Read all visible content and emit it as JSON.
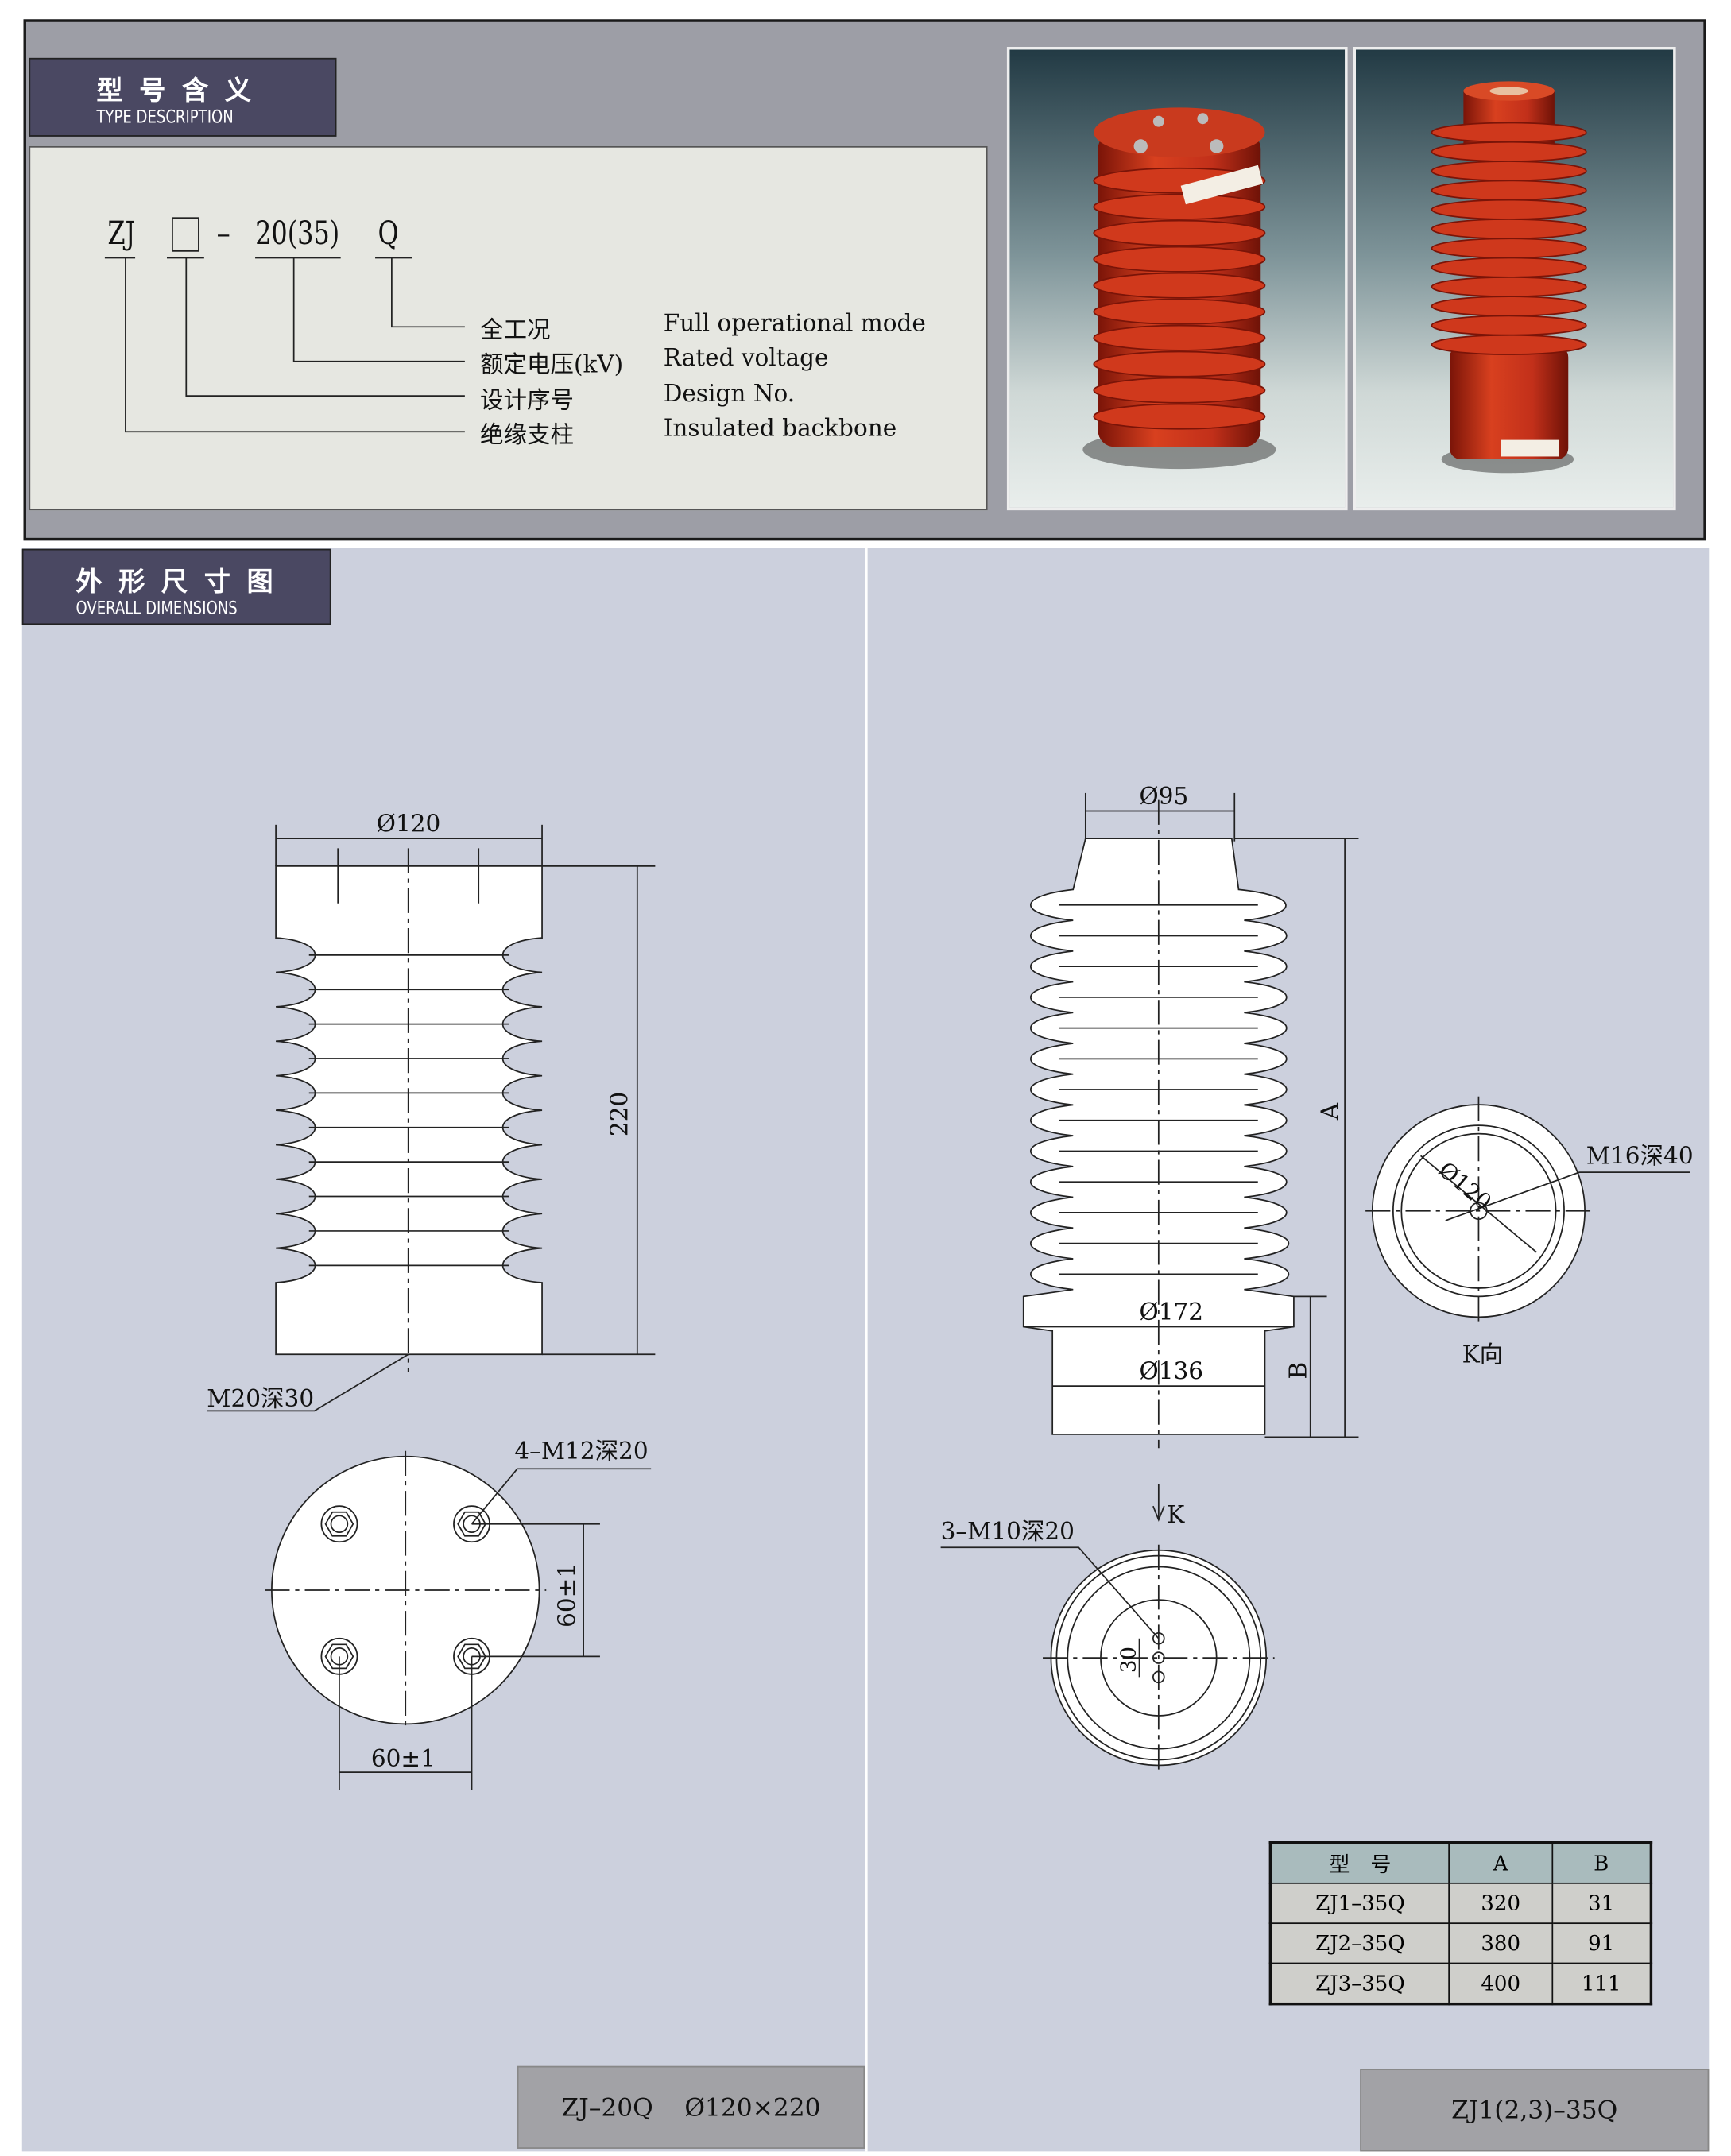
{
  "type_section": {
    "title_cn": "型号含义",
    "title_en": "TYPE DESCRIPTION",
    "code": {
      "prefix": "ZJ",
      "box": "□",
      "dash": "–",
      "voltage": "20(35)",
      "suffix": "Q"
    },
    "legend": [
      {
        "cn": "全工况",
        "en": "Full operational mode"
      },
      {
        "cn": "额定电压(kV)",
        "en": "Rated voltage"
      },
      {
        "cn": "设计序号",
        "en": "Design No."
      },
      {
        "cn": "绝缘支柱",
        "en": "Insulated backbone"
      }
    ]
  },
  "dimensions_section": {
    "title_cn": "外形尺寸图",
    "title_en": "OVERALL DIMENSIONS"
  },
  "left_drawing": {
    "dia": "Ø120",
    "height": "220",
    "thread": "M20深30",
    "holes": "4–M12深20",
    "spacing_v": "60±1",
    "spacing_h": "60±1",
    "caption": "ZJ–20Q    Ø120×220"
  },
  "right_drawing": {
    "dia_top": "Ø95",
    "dia_mid": "Ø172",
    "dia_base": "Ø136",
    "dim_a": "A",
    "dim_b": "B",
    "k_view_dia": "Ø120",
    "k_view_thread": "M16深40",
    "k_view_label": "K向",
    "k_arrow": "K",
    "holes": "3–M10深20",
    "spacing": "30",
    "caption": "ZJ1(2,3)–35Q"
  },
  "table": {
    "headers": [
      "型　号",
      "A",
      "B"
    ],
    "rows": [
      [
        "ZJ1–35Q",
        "320",
        "31"
      ],
      [
        "ZJ2–35Q",
        "380",
        "91"
      ],
      [
        "ZJ3–35Q",
        "400",
        "111"
      ]
    ]
  },
  "colors": {
    "header_bg": "#4a4862",
    "insulator_red": "#c8341e",
    "panel_bg": "#e6e7e1",
    "drawing_bg": "#ccd0dd"
  }
}
